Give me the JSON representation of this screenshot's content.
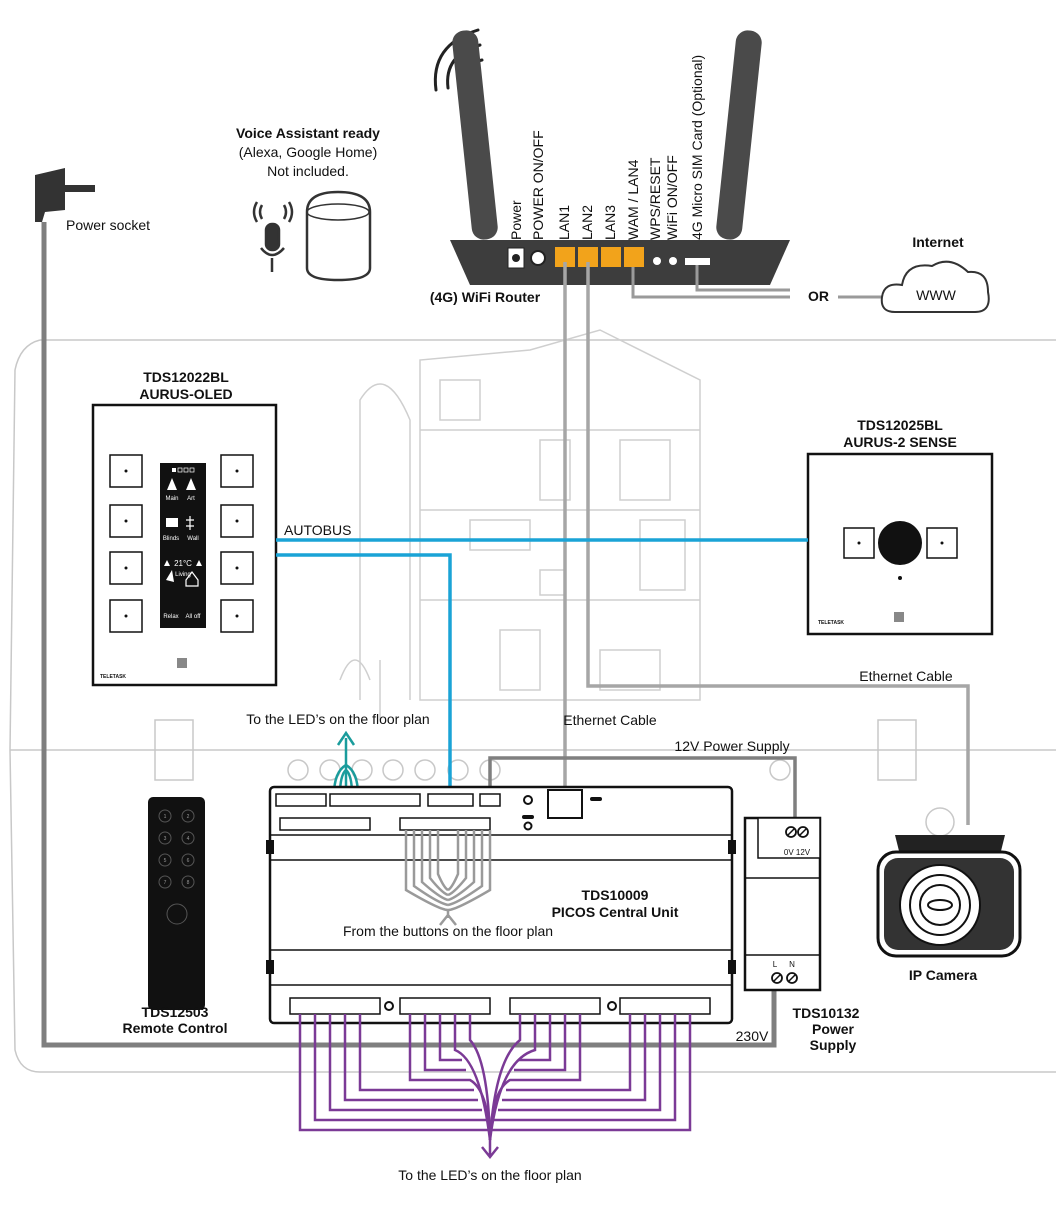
{
  "voice_assistant": {
    "title": "Voice Assistant ready",
    "line2": "(Alexa, Google Home)",
    "line3": "Not included."
  },
  "power_socket": {
    "label": "Power socket"
  },
  "router": {
    "label": "(4G) WiFi Router",
    "ports": [
      "Power",
      "POWER ON/OFF",
      "LAN1",
      "LAN2",
      "LAN3",
      "WAM / LAN4",
      "WPS/RESET",
      "WiFi ON/OFF",
      "4G Micro SIM Card (Optional)"
    ]
  },
  "internet": {
    "label": "Internet",
    "cloud_text": "WWW",
    "or_text": "OR"
  },
  "aurus_oled": {
    "model": "TDS12022BL",
    "name": "AURUS-OLED",
    "screen": {
      "row1": [
        "Main",
        "Art"
      ],
      "row2": [
        "Blinds",
        "Wall"
      ],
      "temp": "21°C",
      "room": "Living",
      "row4": [
        "Relax",
        "All off"
      ]
    },
    "brand": "TELETASK"
  },
  "aurus_sense": {
    "model": "TDS12025BL",
    "name": "AURUS-2 SENSE",
    "brand": "TELETASK"
  },
  "labels": {
    "autobus": "AUTOBUS",
    "ethernet_right": "Ethernet Cable",
    "ethernet_mid": "Ethernet Cable",
    "led_top": "To the LED’s on the floor plan",
    "power_12v": "12V Power Supply",
    "buttons": "From the buttons on the floor plan",
    "led_bottom": "To the LED’s on the floor plan",
    "v230": "230V"
  },
  "central_unit": {
    "model": "TDS10009",
    "name": "PICOS Central Unit"
  },
  "power_supply": {
    "model": "TDS10132",
    "name_line1": "Power",
    "name_line2": "Supply",
    "terminal_top": "0V 12V",
    "terminal_bottom_l": "L",
    "terminal_bottom_n": "N"
  },
  "ip_camera": {
    "label": "IP Camera"
  },
  "remote": {
    "model": "TDS12503",
    "name": "Remote Control",
    "buttons": [
      "1",
      "2",
      "3",
      "4",
      "5",
      "6",
      "7",
      "8"
    ]
  },
  "colors": {
    "autobus": "#1aa3d6",
    "ethernet": "#a6a6a6",
    "power_cable": "#7f7f7f",
    "led_cable": "#7b3a96",
    "led_top_cable": "#1a9c9c",
    "button_cable": "#9a9a9a",
    "router_port": "#f2a31b"
  }
}
